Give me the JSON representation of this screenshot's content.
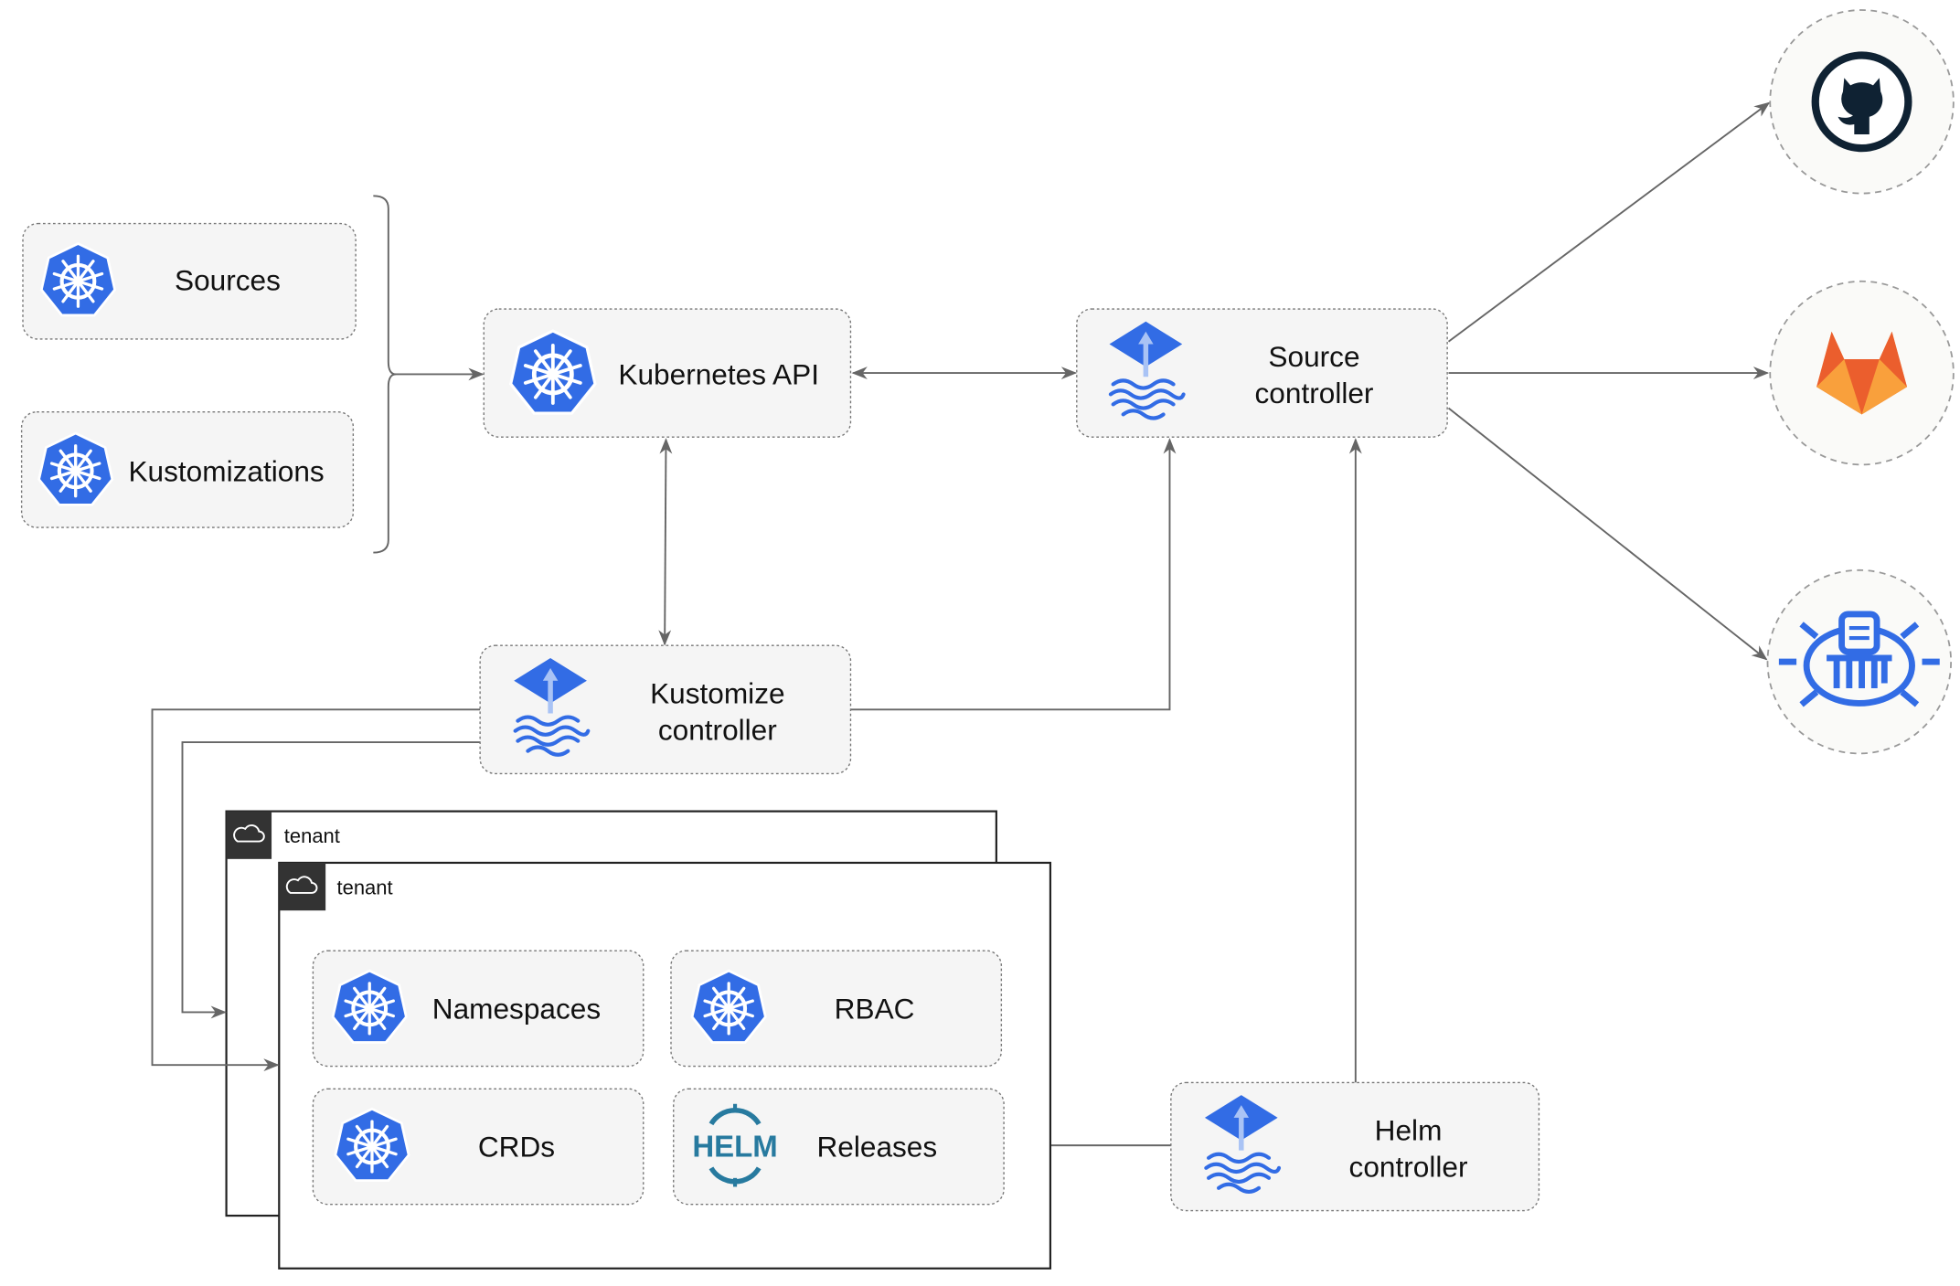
{
  "nodes": {
    "sources": "Sources",
    "kustomizations": "Kustomizations",
    "kubernetes_api": "Kubernetes API",
    "source_controller": [
      "Source",
      "controller"
    ],
    "kustomize_controller": [
      "Kustomize",
      "controller"
    ],
    "helm_controller": [
      "Helm",
      "controller"
    ],
    "namespaces": "Namespaces",
    "rbac": "RBAC",
    "crds": "CRDs",
    "releases": "Releases"
  },
  "tenants": [
    "tenant",
    "tenant"
  ],
  "helm_logo_text": "HELM",
  "external_sources": [
    {
      "icon": "github-icon"
    },
    {
      "icon": "gitlab-icon"
    },
    {
      "icon": "helm-repository-icon"
    }
  ],
  "colors": {
    "kubernetes_blue": "#326ce5",
    "github": "#0f2233",
    "gitlab_red": "#e9572b",
    "gitlab_orange": "#f9a03c",
    "helm_blue": "#277a9f"
  }
}
